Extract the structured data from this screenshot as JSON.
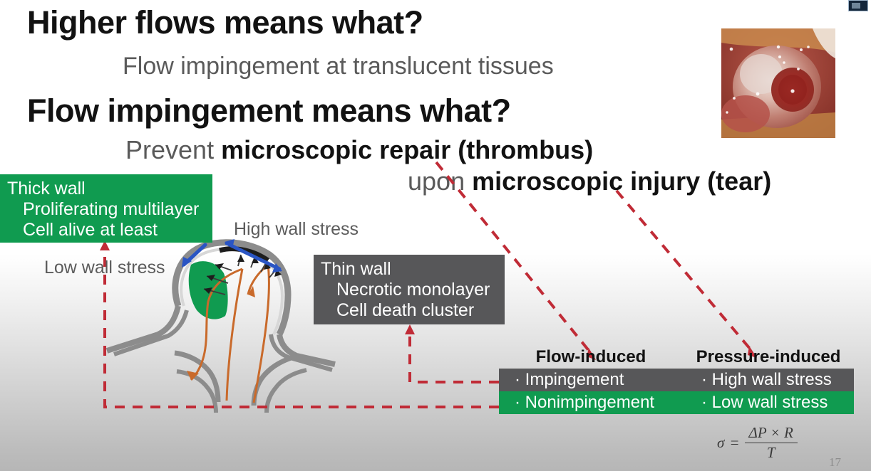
{
  "slide": {
    "number": "17",
    "headings": {
      "question_1": "Higher flows means what?",
      "answer_1": "Flow impingement at translucent tissues",
      "question_2": "Flow impingement means what?",
      "answer_2_prefix": "Prevent ",
      "answer_2_bold": "microscopic repair (thrombus)",
      "answer_3_prefix": "upon ",
      "answer_3_bold": "microscopic injury (tear)"
    },
    "green_callout": {
      "line_1": "Thick wall",
      "line_2": "Proliferating multilayer",
      "line_3": "Cell alive at least"
    },
    "gray_callout": {
      "line_1": "Thin wall",
      "line_2": "Necrotic monolayer",
      "line_3": "Cell death cluster"
    },
    "diagram_labels": {
      "high_wall_stress": "High wall stress",
      "low_wall_stress": "Low wall stress"
    },
    "matrix": {
      "headers": [
        "Flow-induced",
        "Pressure-induced"
      ],
      "rows": [
        {
          "style": "dark",
          "cells": [
            "· Impingement",
            "· High wall stress"
          ]
        },
        {
          "style": "green",
          "cells": [
            "· Nonimpingement",
            "· Low wall stress"
          ]
        }
      ]
    },
    "formula": {
      "sigma": "σ",
      "equals": "=",
      "numerator": "ΔP × R",
      "denominator": "T"
    },
    "colors": {
      "green": "#109B50",
      "gray": "#575759",
      "red_dashed": "#C02B36",
      "blue_arrow": "#2A55C4",
      "orange_flow": "#C96A2B",
      "vessel_gray": "#7A7A7A"
    },
    "icons": {
      "photo": "intraoperative-aneurysm-photo",
      "pip": "video-pip-thumbnail"
    }
  }
}
